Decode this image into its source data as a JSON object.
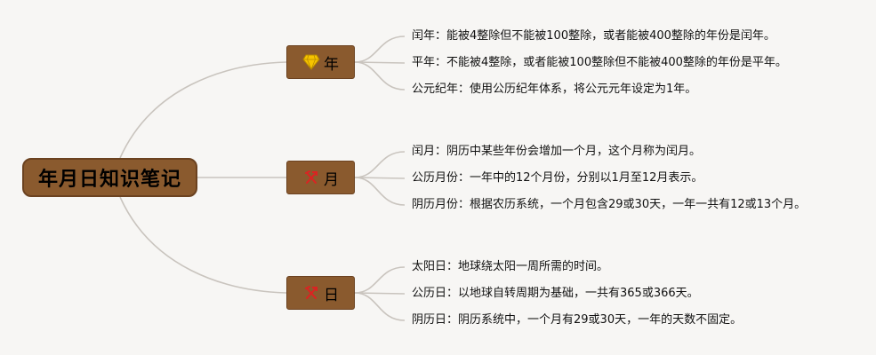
{
  "root": {
    "label": "年月日知识笔记"
  },
  "branches": [
    {
      "label": "年",
      "icon": "diamond-icon",
      "leaves": [
        "闰年：能被4整除但不能被100整除，或者能被400整除的年份是闰年。",
        "平年：不能被4整除，或者能被100整除但不能被400整除的年份是平年。",
        "公元纪年：使用公历纪年体系，将公元元年设定为1年。"
      ]
    },
    {
      "label": "月",
      "icon": "hammer-pick-icon",
      "leaves": [
        "闰月：阴历中某些年份会增加一个月，这个月称为闰月。",
        "公历月份：一年中的12个月份，分别以1月至12月表示。",
        "阴历月份：根据农历系统，一个月包含29或30天，一年一共有12或13个月。"
      ]
    },
    {
      "label": "日",
      "icon": "hammer-pick-icon",
      "leaves": [
        "太阳日：地球绕太阳一周所需的时间。",
        "公历日：以地球自转周期为基础，一共有365或366天。",
        "阴历日：阴历系统中，一个月有29或30天，一年的天数不固定。"
      ]
    }
  ],
  "colors": {
    "node_fill": "#8a5a2e",
    "node_border": "#6b4220",
    "connector": "#c9c4be",
    "background": "#f7f6f4"
  }
}
